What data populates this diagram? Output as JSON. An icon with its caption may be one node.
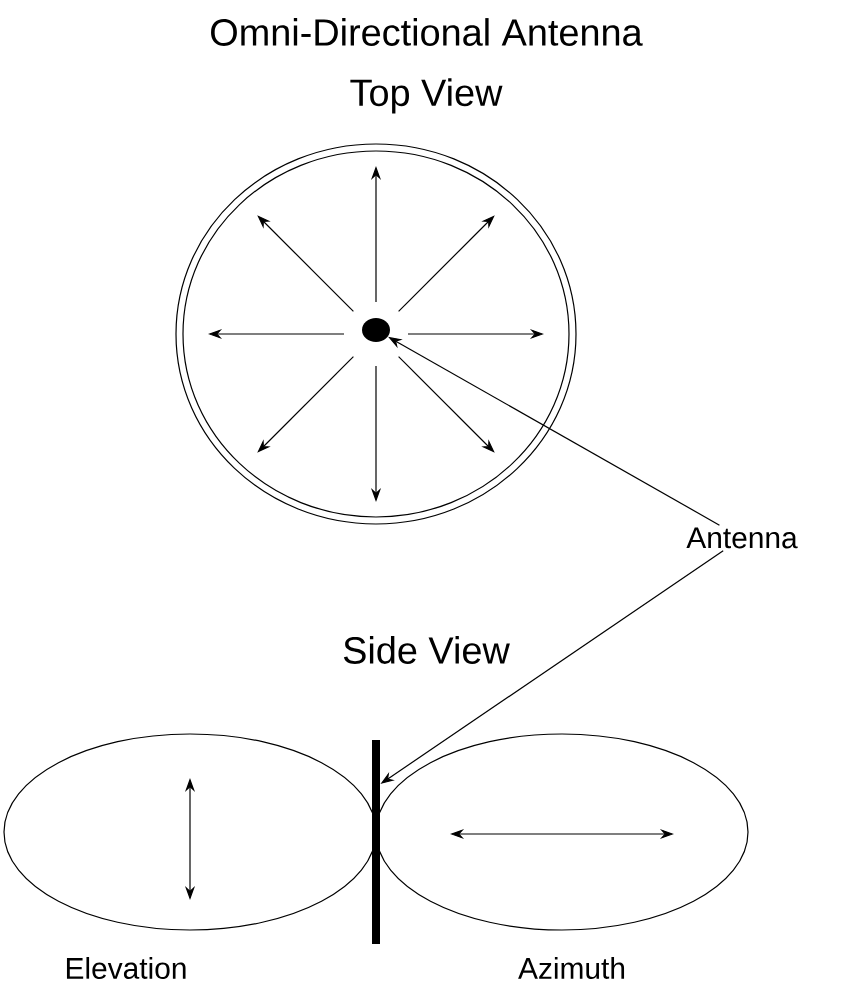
{
  "diagram": {
    "title": "Omni-Directional Antenna",
    "nodes": [
      {
        "text": [
          "Antenna"
        ]
      },
      {
        "text": [],
        "shape": "circle"
      },
      {
        "text": [],
        "shape": "bar"
      }
    ],
    "edges": [
      {
        "from": 0,
        "to": 1,
        "arrow": "to"
      },
      {
        "from": 0,
        "to": 2,
        "arrow": "to"
      }
    ],
    "labels": [
      "Top View",
      "Side View",
      "Elevation",
      "Azimuth"
    ]
  }
}
